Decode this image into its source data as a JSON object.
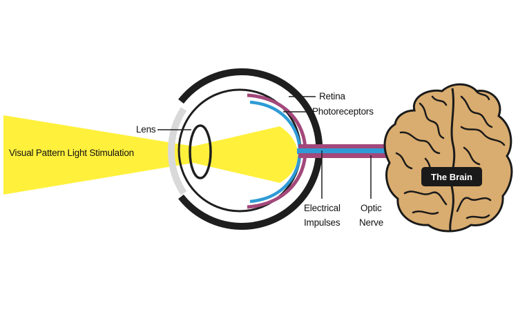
{
  "diagram": {
    "labels": {
      "light": "Visual Pattern Light Stimulation",
      "lens": "Lens",
      "retina": "Retina",
      "photoreceptors": "Photoreceptors",
      "electrical_line1": "Electrical",
      "electrical_line2": "Impulses",
      "optic_line1": "Optic",
      "optic_line2": "Nerve",
      "brain": "The Brain"
    },
    "colors": {
      "light_beam": "#fff03c",
      "eye_outline": "#1e1e1e",
      "cornea": "#d9d9d9",
      "retina": "#a3487a",
      "photoreceptors": "#2f9bd6",
      "brain_fill": "#d9ac6f",
      "brain_stroke": "#1a1a1a",
      "brain_label_bg": "#1a1a1a"
    }
  }
}
